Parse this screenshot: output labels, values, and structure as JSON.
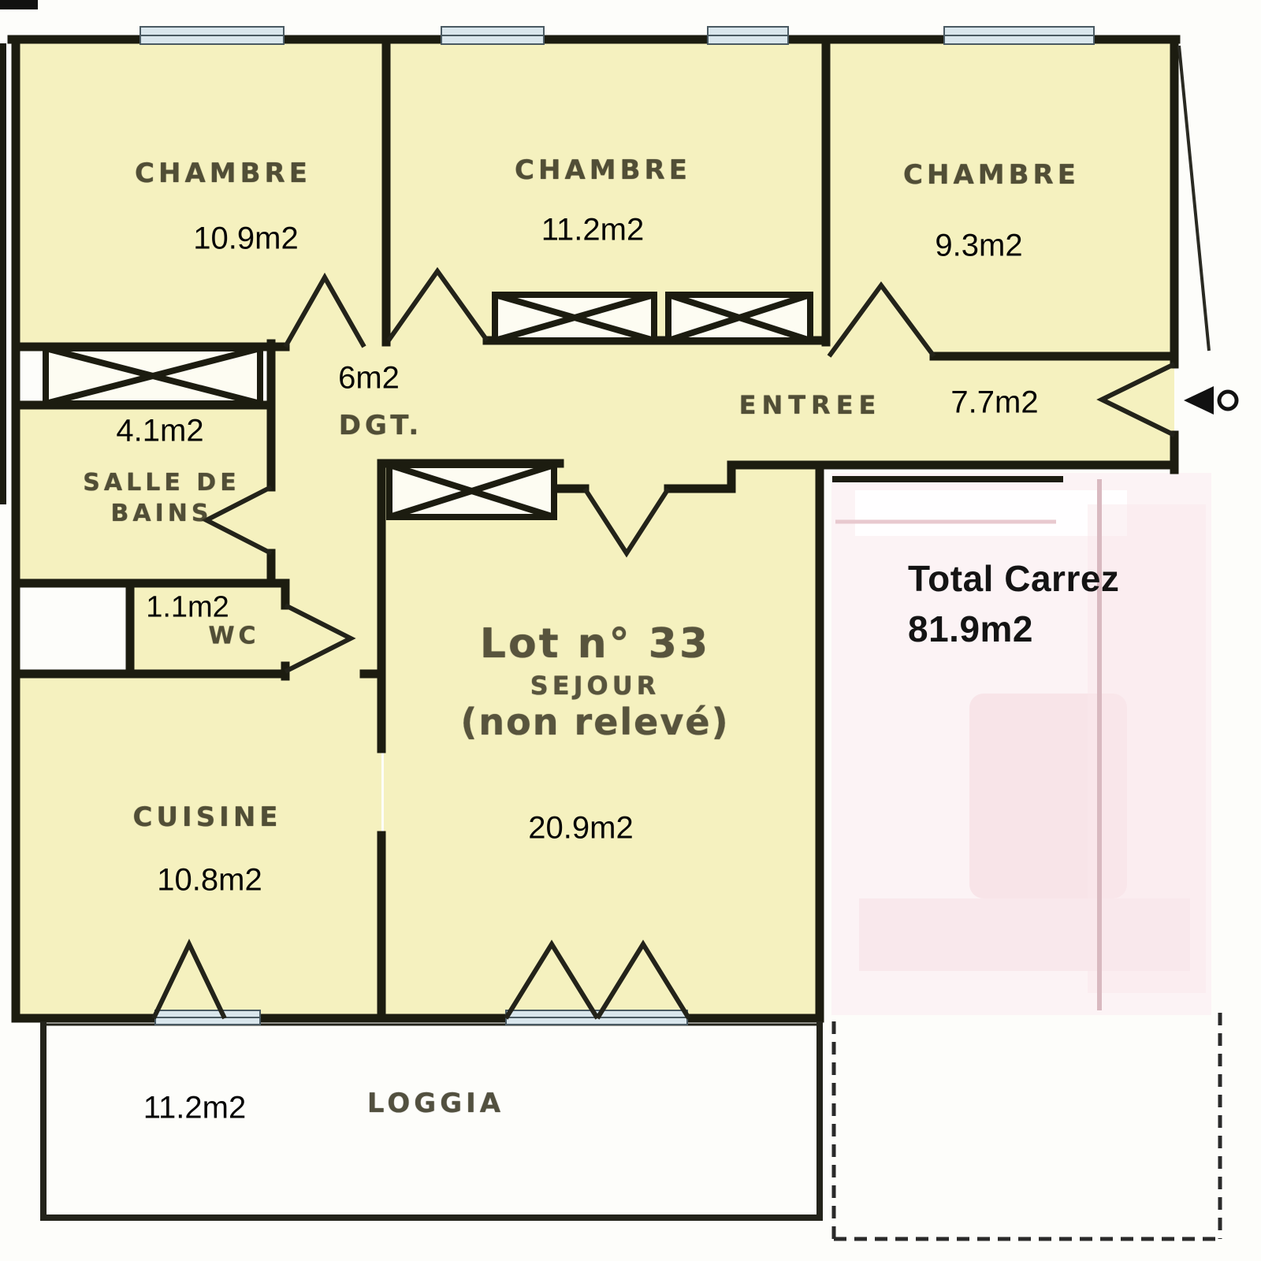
{
  "plan": {
    "rooms": {
      "chambre1": {
        "name": "CHAMBRE",
        "area": "10.9m2"
      },
      "chambre2": {
        "name": "CHAMBRE",
        "area": "11.2m2"
      },
      "chambre3": {
        "name": "CHAMBRE",
        "area": "9.3m2"
      },
      "dgt": {
        "name": "DGT.",
        "area": "6m2"
      },
      "entree": {
        "name": "ENTREE",
        "area": "7.7m2"
      },
      "salle_de_bains": {
        "name": "SALLE DE BAINS",
        "area": "4.1m2"
      },
      "wc": {
        "name": "WC",
        "area": "1.1m2"
      },
      "cuisine": {
        "name": "CUISINE",
        "area": "10.8m2"
      },
      "sejour": {
        "lot": "Lot n° 33",
        "name": "SEJOUR",
        "note": "(non relevé)",
        "area": "20.9m2"
      },
      "loggia": {
        "name": "LOGGIA",
        "area": "11.2m2"
      }
    },
    "total": {
      "label": "Total Carrez",
      "value": "81.9m2"
    },
    "colors": {
      "room_fill": "#f5f1bf",
      "wall": "#1c1c10",
      "window_fill": "#d9e6ec",
      "faded_zone": "#fcf3f5"
    }
  }
}
